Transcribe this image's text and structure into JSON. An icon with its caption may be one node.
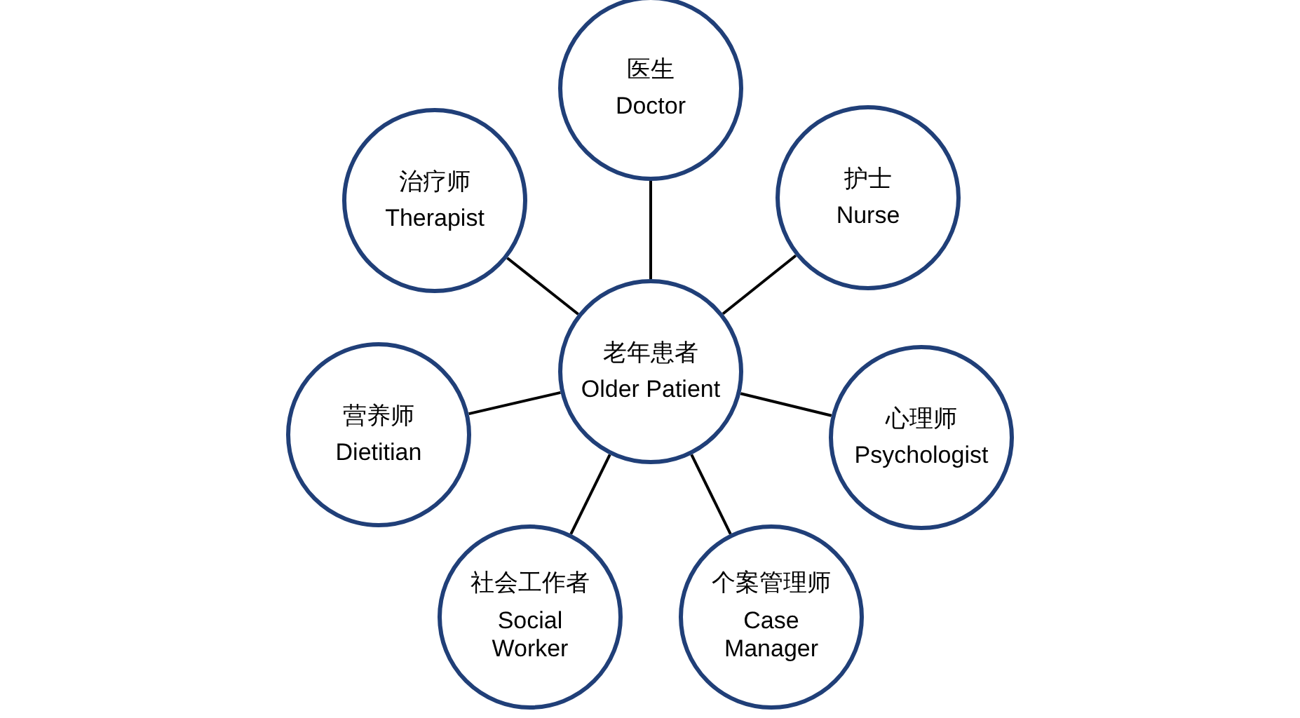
{
  "diagram": {
    "nodes": [
      {
        "text": [
          "老年患者",
          "Older Patient"
        ]
      },
      {
        "text": [
          "医生",
          "Doctor"
        ]
      },
      {
        "text": [
          "护士",
          "Nurse"
        ]
      },
      {
        "text": [
          "心理师",
          "Psychologist"
        ]
      },
      {
        "text": [
          "个案管理师",
          "Case Manager"
        ]
      },
      {
        "text": [
          "社会工作者",
          "Social Worker"
        ]
      },
      {
        "text": [
          "营养师",
          "Dietitian"
        ]
      },
      {
        "text": [
          "治疗师",
          "Therapist"
        ]
      }
    ],
    "edges": [
      {
        "from": 0,
        "to": 1,
        "arrow": "none"
      },
      {
        "from": 0,
        "to": 2,
        "arrow": "none"
      },
      {
        "from": 0,
        "to": 3,
        "arrow": "none"
      },
      {
        "from": 0,
        "to": 4,
        "arrow": "none"
      },
      {
        "from": 0,
        "to": 5,
        "arrow": "none"
      },
      {
        "from": 0,
        "to": 6,
        "arrow": "none"
      },
      {
        "from": 0,
        "to": 7,
        "arrow": "none"
      }
    ]
  }
}
